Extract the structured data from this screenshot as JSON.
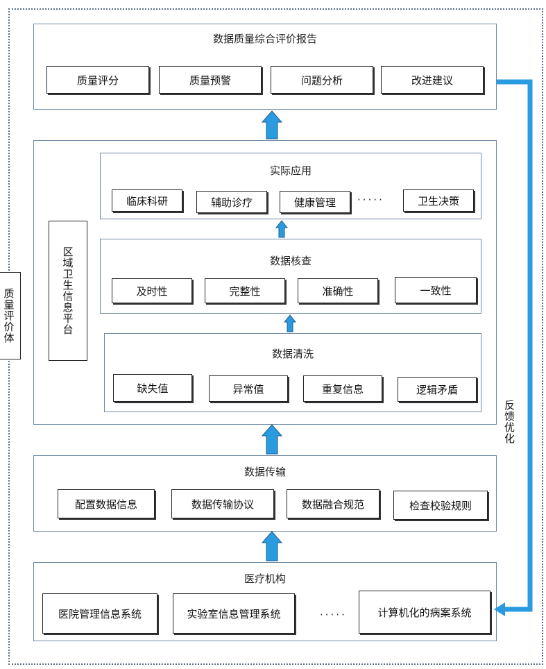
{
  "side_label": "质量评价体",
  "feedback_label": "反馈优化",
  "report": {
    "title": "数据质量综合评价报告",
    "items": [
      "质量评分",
      "质量预警",
      "问题分析",
      "改进建议"
    ]
  },
  "platform": {
    "label": "区域卫生信息平台",
    "application": {
      "title": "实际应用",
      "items": [
        "临床科研",
        "辅助诊疗",
        "健康管理",
        "卫生决策"
      ],
      "ellipsis": "·····"
    },
    "verification": {
      "title": "数据核查",
      "items": [
        "及时性",
        "完整性",
        "准确性",
        "一致性"
      ]
    },
    "cleaning": {
      "title": "数据清洗",
      "items": [
        "缺失值",
        "异常值",
        "重复信息",
        "逻辑矛盾"
      ]
    }
  },
  "transmission": {
    "title": "数据传输",
    "items": [
      "配置数据信息",
      "数据传输协议",
      "数据融合规范",
      "检查校验规则"
    ]
  },
  "institution": {
    "title": "医疗机构",
    "items": [
      "医院管理信息系统",
      "实验室信息管理系统",
      "计算机化的病案系统"
    ],
    "ellipsis": "·····"
  },
  "colors": {
    "arrow": "#2a9be0",
    "panel_border": "#6d8aa3"
  }
}
